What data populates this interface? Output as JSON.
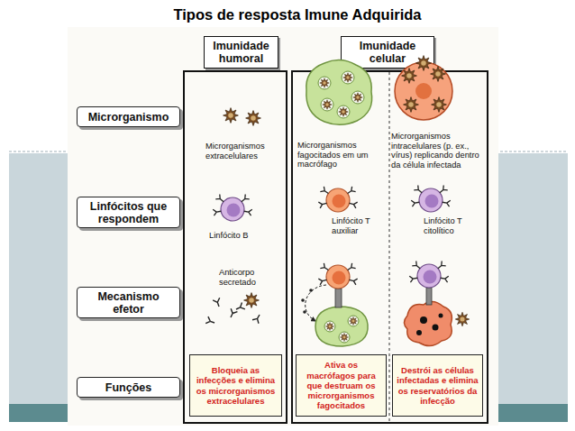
{
  "diagram": {
    "title": "Tipos de resposta Imune Adquirida",
    "nodes": [
      {
        "text": [
          "Imunidade humoral"
        ]
      },
      {
        "text": [
          "Imunidade celular"
        ]
      },
      {
        "text": [
          "Microrganismo"
        ]
      },
      {
        "text": [
          "Linfócitos que respondem"
        ]
      },
      {
        "text": [
          "Mecanismo efetor"
        ]
      },
      {
        "text": [
          "Funções"
        ]
      },
      {
        "text": [
          "Microrganismos extracelulares",
          "Linfócito B",
          "Anticorpo secretado"
        ]
      },
      {
        "text": [
          "Bloqueia as infecções e elimina os microrganismos extracelulares"
        ],
        "in": 6
      },
      {
        "text": [
          "Microrganismos fagocitados em um macrófago",
          "Microrganismos intracelulares (p. ex., vírus) replicando dentro da célula infectada",
          "Linfócito T auxiliar",
          "Linfócito T citolítico"
        ]
      },
      {
        "text": [
          "Ativa os macrófagos para que destruam os microrganismos fagocitados"
        ],
        "in": 8
      },
      {
        "text": [
          "Destrói as células infectadas e elimina os reservatórios da infecção"
        ],
        "in": 8
      }
    ]
  }
}
